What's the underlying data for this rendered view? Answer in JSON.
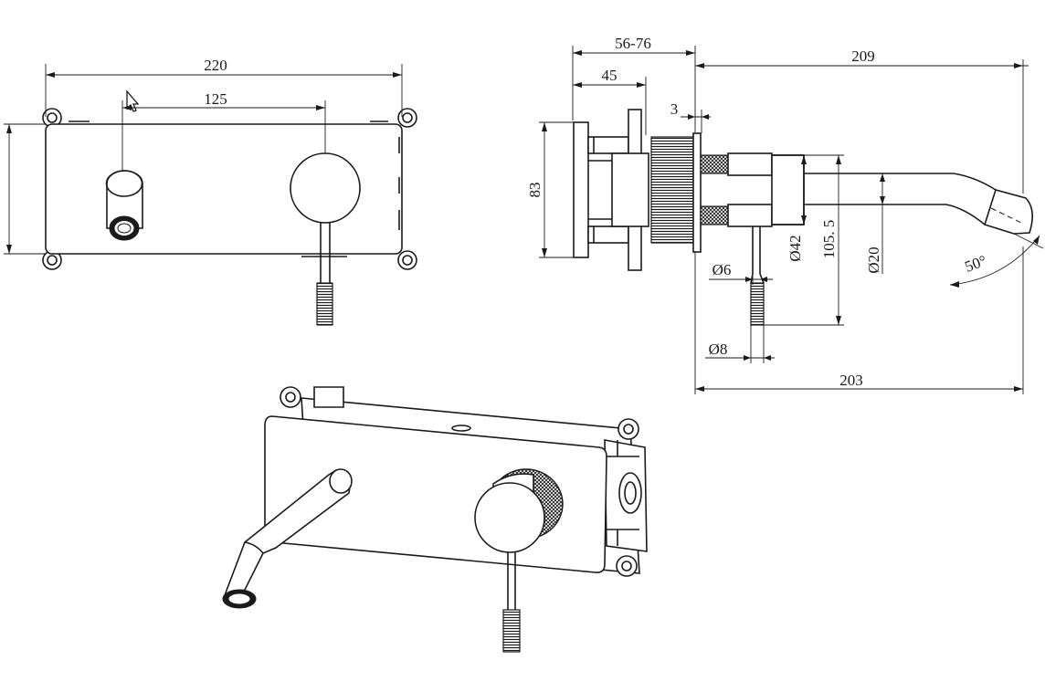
{
  "dimensions": {
    "front_width": "220",
    "lever_to_spout": "125",
    "spout_projection_upper": "209",
    "wall_adjust_range": "56-76",
    "box_depth": "45",
    "plate_offset": "3",
    "box_height": "83",
    "spout_height": "105. 5",
    "dia_42": "Ø42",
    "dia_20": "Ø20",
    "dia_6": "Ø6",
    "dia_8": "Ø8",
    "spout_projection_lower": "203",
    "spout_angle": "50°"
  },
  "colors": {
    "line": "#1a1a1a",
    "background": "#ffffff"
  }
}
